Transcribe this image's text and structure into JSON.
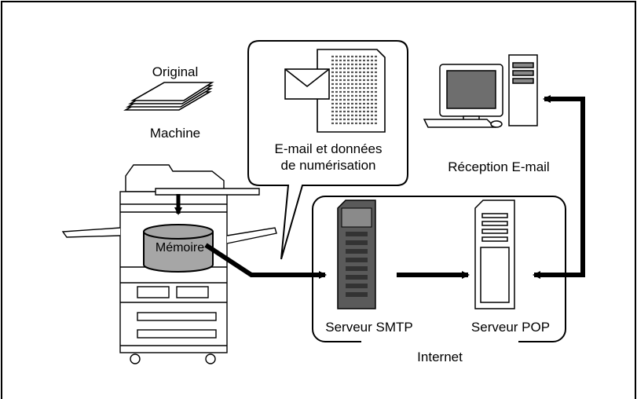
{
  "labels": {
    "original": "Original",
    "machine": "Machine",
    "memory": "Mémoire",
    "email_data_line1": "E-mail et données",
    "email_data_line2": "de numérisation",
    "reception": "Réception E-mail",
    "smtp": "Serveur SMTP",
    "pop": "Serveur POP",
    "internet": "Internet"
  },
  "icons": {
    "paper_stack": "paper-stack-icon",
    "mfp": "multifunction-printer-icon",
    "memory": "memory-cylinder-icon",
    "envelope": "envelope-icon",
    "document": "scanned-document-icon",
    "computer": "desktop-computer-icon",
    "smtp_server": "smtp-server-icon",
    "pop_server": "pop-server-icon"
  },
  "colors": {
    "line": "#000000",
    "memory_fill": "#a6a6a6",
    "server_smtp": "#5a5a5a",
    "background": "#ffffff"
  }
}
